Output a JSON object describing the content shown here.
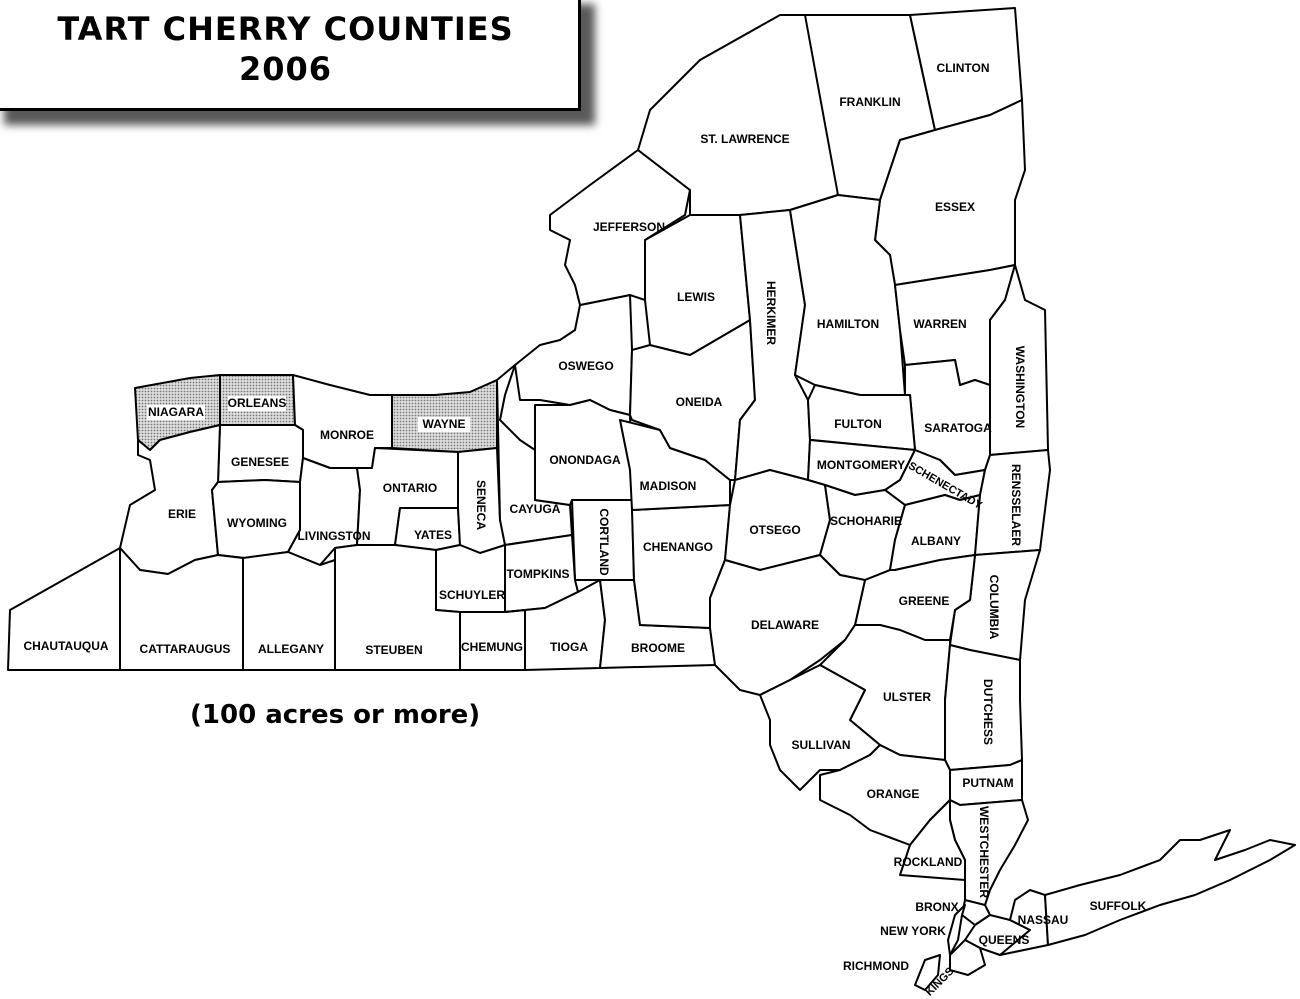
{
  "map": {
    "title_line1": "TART CHERRY COUNTIES",
    "title_line2": "2006",
    "subtitle": "(100 acres or more)",
    "highlight_color": "#bdbdbd",
    "highlighted_counties": [
      "NIAGARA",
      "ORLEANS",
      "WAYNE"
    ]
  },
  "counties": {
    "niagara": "NIAGARA",
    "orleans": "ORLEANS",
    "monroe": "MONROE",
    "wayne": "WAYNE",
    "genesee": "GENESEE",
    "erie": "ERIE",
    "wyoming": "WYOMING",
    "livingston": "LIVINGSTON",
    "ontario": "ONTARIO",
    "yates": "YATES",
    "seneca": "SENECA",
    "cayuga": "CAYUGA",
    "oswego": "OSWEGO",
    "onondaga": "ONONDAGA",
    "cortland": "CORTLAND",
    "tompkins": "TOMPKINS",
    "schuyler": "SCHUYLER",
    "chautauqua": "CHAUTAUQUA",
    "cattaraugus": "CATTARAUGUS",
    "allegany": "ALLEGANY",
    "steuben": "STEUBEN",
    "chemung": "CHEMUNG",
    "tioga": "TIOGA",
    "broome": "BROOME",
    "chenango": "CHENANGO",
    "madison": "MADISON",
    "oneida": "ONEIDA",
    "lewis": "LEWIS",
    "jefferson": "JEFFERSON",
    "st_lawrence": "ST. LAWRENCE",
    "franklin": "FRANKLIN",
    "clinton": "CLINTON",
    "essex": "ESSEX",
    "herkimer": "HERKIMER",
    "hamilton": "HAMILTON",
    "warren": "WARREN",
    "washington": "WASHINGTON",
    "saratoga": "SARATOGA",
    "fulton": "FULTON",
    "montgomery": "MONTGOMERY",
    "schenectady": "SCHENECTADY",
    "otsego": "OTSEGO",
    "schoharie": "SCHOHARIE",
    "albany": "ALBANY",
    "rensselaer": "RENSSELAER",
    "columbia": "COLUMBIA",
    "greene": "GREENE",
    "delaware": "DELAWARE",
    "ulster": "ULSTER",
    "sullivan": "SULLIVAN",
    "dutchess": "DUTCHESS",
    "orange": "ORANGE",
    "putnam": "PUTNAM",
    "westchester": "WESTCHESTER",
    "rockland": "ROCKLAND",
    "bronx": "BRONX",
    "new_york": "NEW YORK",
    "queens": "QUEENS",
    "nassau": "NASSAU",
    "suffolk": "SUFFOLK",
    "richmond": "RICHMOND",
    "kings": "KINGS"
  }
}
